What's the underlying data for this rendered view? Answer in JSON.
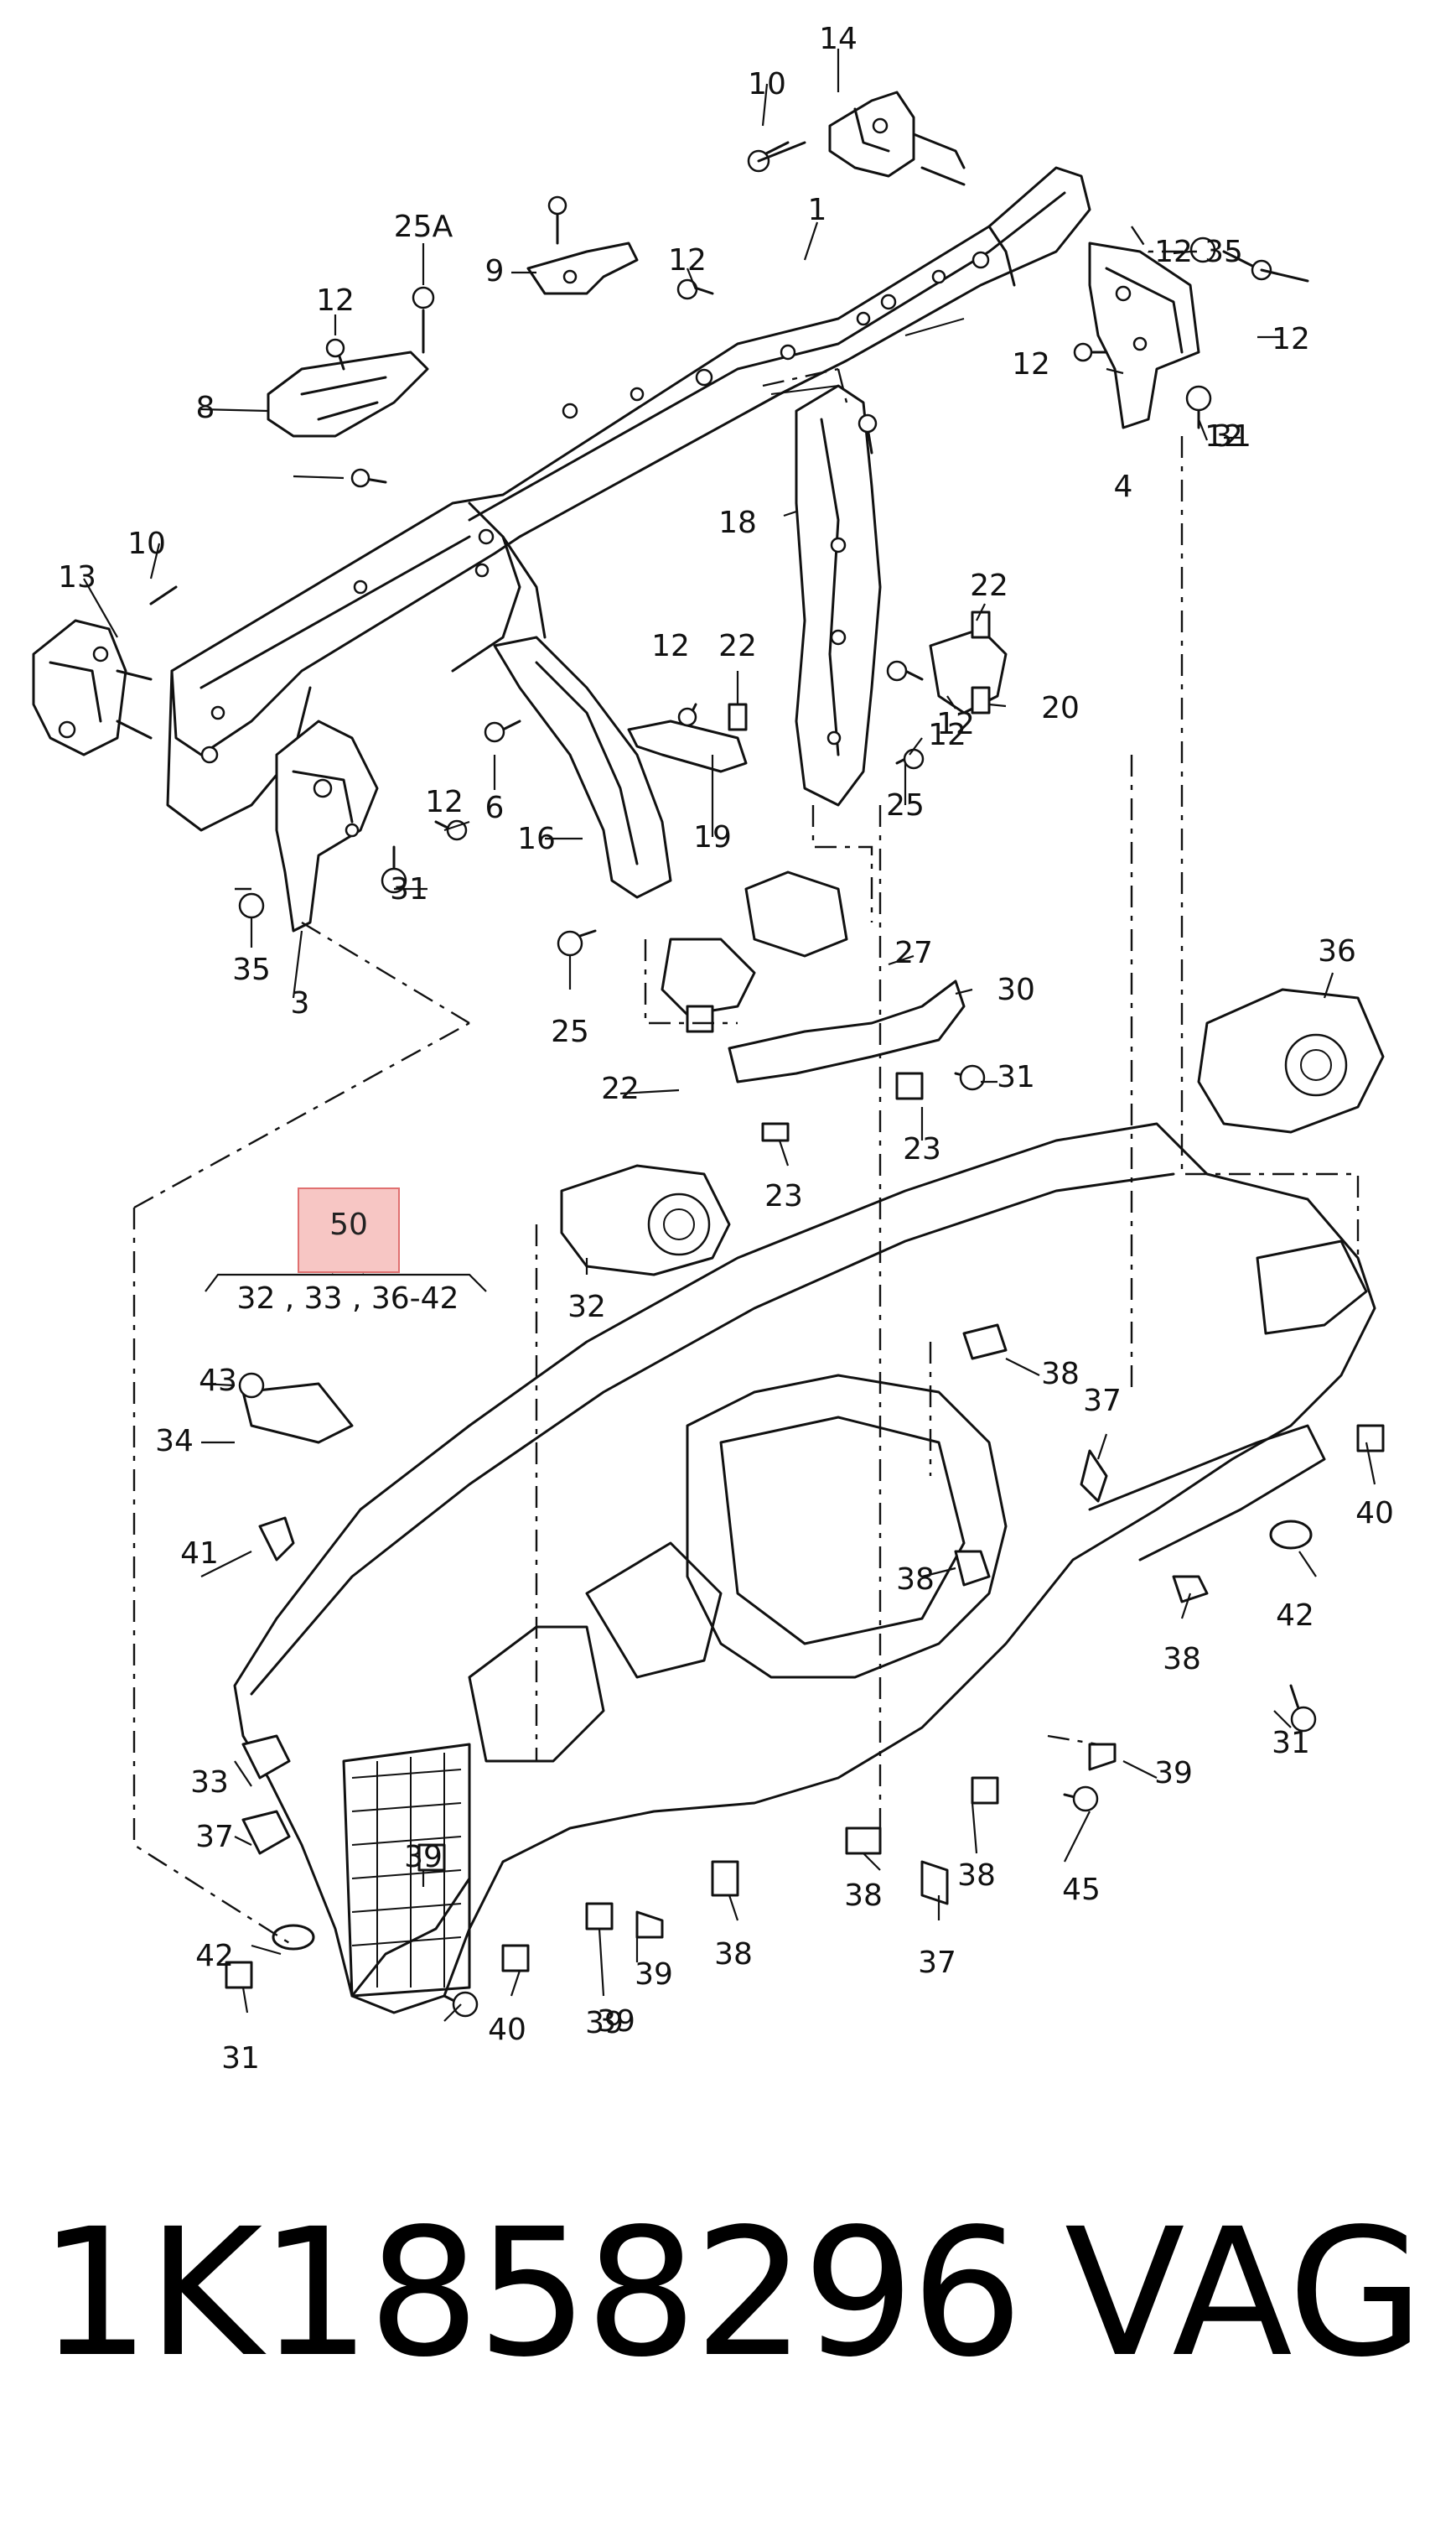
{
  "callouts": [
    "14",
    "10",
    "1",
    "12",
    "25A",
    "12",
    "9",
    "12",
    "35",
    "12",
    "8",
    "12",
    "4",
    "12",
    "31",
    "10",
    "13",
    "18",
    "22",
    "12",
    "22",
    "20",
    "12",
    "12",
    "6",
    "19",
    "25",
    "12",
    "31",
    "16",
    "35",
    "3",
    "27",
    "25",
    "30",
    "36",
    "22",
    "31",
    "23",
    "23",
    "50",
    "32",
    "32 , 33 , 36-42",
    "38",
    "43",
    "37",
    "34",
    "40",
    "41",
    "38",
    "42",
    "38",
    "31",
    "39",
    "33",
    "37",
    "39",
    "38",
    "45",
    "42",
    "38",
    "38",
    "37",
    "39",
    "39",
    "40",
    "39",
    "31"
  ],
  "highlight_label": "50",
  "footer": {
    "part_number": "1K1858296",
    "brand": "VAG"
  }
}
